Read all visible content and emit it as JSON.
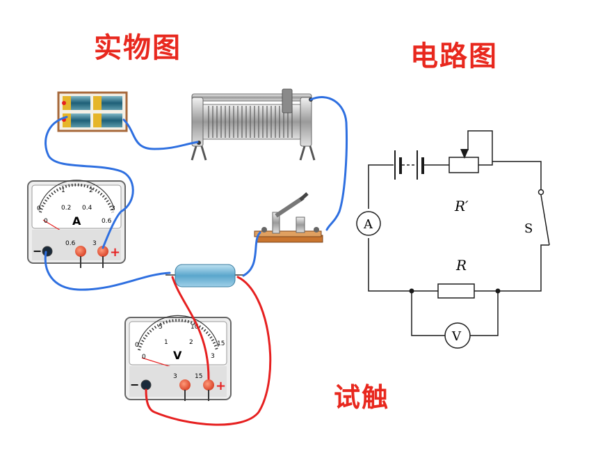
{
  "titles": {
    "physical": "实物图",
    "circuit": "电路图",
    "trial": "试触"
  },
  "ammeter": {
    "unit": "A",
    "scale_top": [
      "0",
      "1",
      "2",
      "3"
    ],
    "scale_bottom": [
      "0",
      "0.2",
      "0.4",
      "0.6"
    ],
    "terminal_neg": "−",
    "terminal_06": "0.6",
    "terminal_3": "3",
    "terminal_pos": "+"
  },
  "voltmeter": {
    "unit": "V",
    "scale_top": [
      "0",
      "5",
      "10",
      "15"
    ],
    "scale_bottom": [
      "0",
      "1",
      "2",
      "3"
    ],
    "terminal_neg": "−",
    "terminal_3": "3",
    "terminal_15": "15",
    "terminal_pos": "+"
  },
  "schematic": {
    "rheostat_label": "R′",
    "resistor_label": "R",
    "switch_label": "S",
    "ammeter_symbol": "A",
    "voltmeter_symbol": "V"
  },
  "colors": {
    "title": "#e8281e",
    "wire_blue": "#2e6fe0",
    "wire_red": "#e62020"
  }
}
